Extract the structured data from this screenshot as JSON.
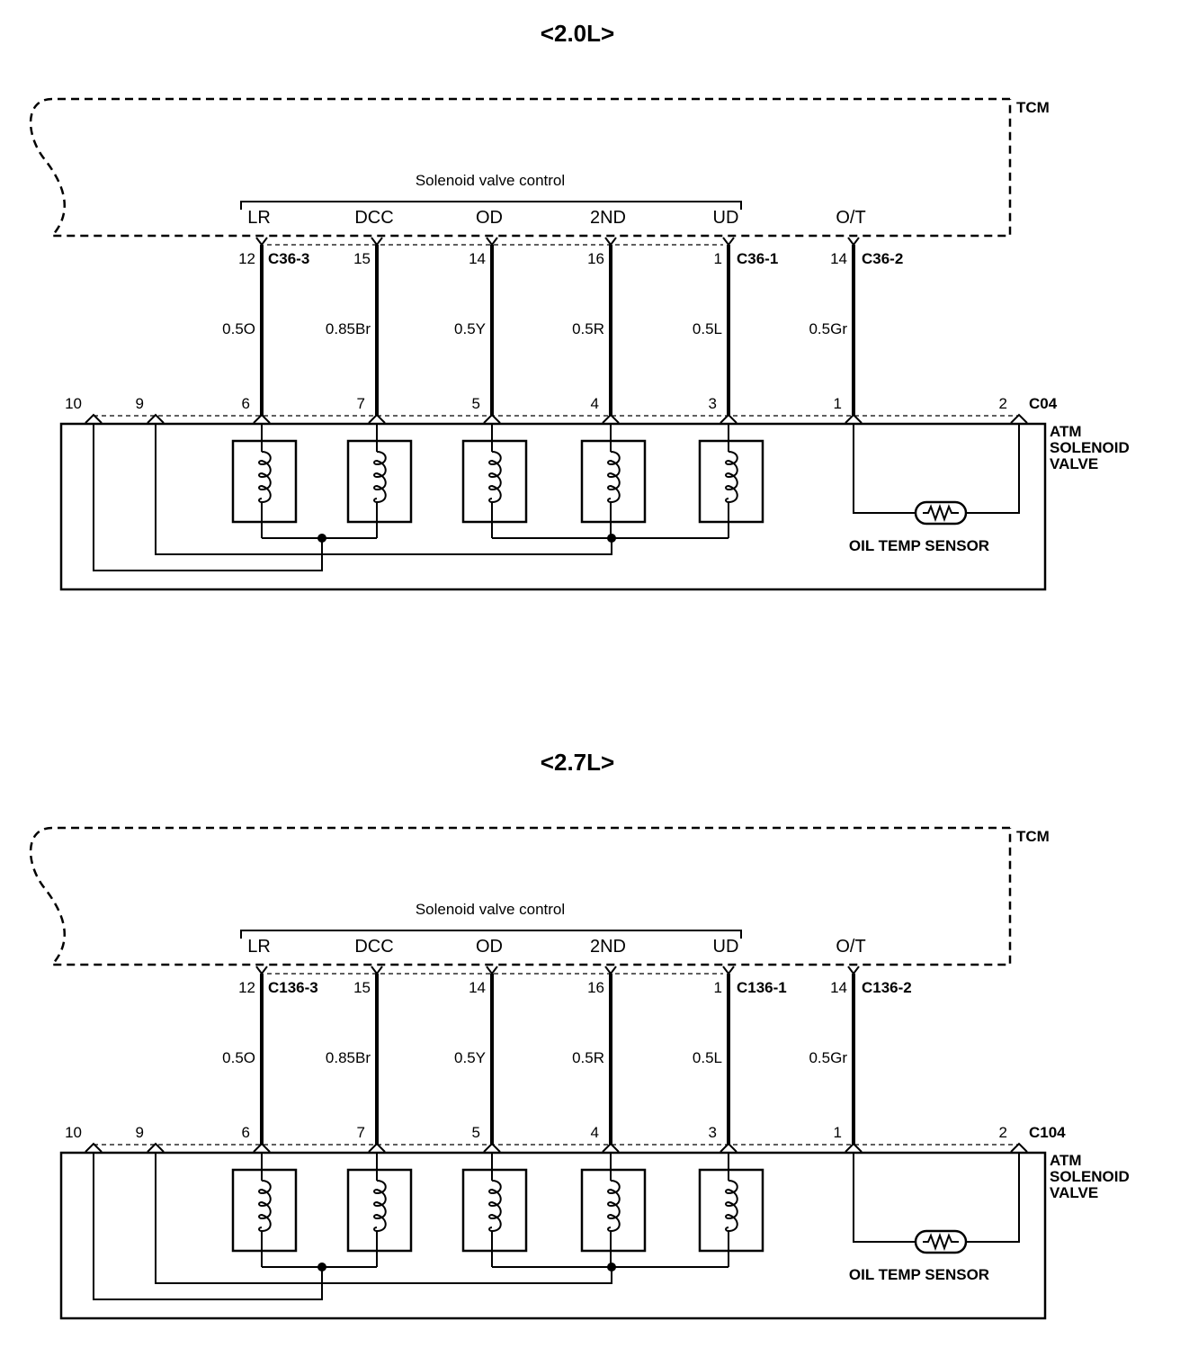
{
  "diagrams": [
    {
      "title": "<2.0L>",
      "tcm_label": "TCM",
      "group_label": "Solenoid valve control",
      "signals": [
        "LR",
        "DCC",
        "OD",
        "2ND",
        "UD",
        "O/T"
      ],
      "tcm_pins": [
        "12",
        "15",
        "14",
        "16",
        "1",
        "14"
      ],
      "connectors": [
        "C36-3",
        "C36-1",
        "C36-2"
      ],
      "wires": [
        "0.5O",
        "0.85Br",
        "0.5Y",
        "0.5R",
        "0.5L",
        "0.5Gr"
      ],
      "valve_pins": [
        "10",
        "9",
        "6",
        "7",
        "5",
        "4",
        "3",
        "1",
        "2"
      ],
      "valve_connector": "C04",
      "valve_label": [
        "ATM",
        "SOLENOID",
        "VALVE"
      ],
      "sensor_label": "OIL TEMP SENSOR"
    },
    {
      "title": "<2.7L>",
      "tcm_label": "TCM",
      "group_label": "Solenoid valve control",
      "signals": [
        "LR",
        "DCC",
        "OD",
        "2ND",
        "UD",
        "O/T"
      ],
      "tcm_pins": [
        "12",
        "15",
        "14",
        "16",
        "1",
        "14"
      ],
      "connectors": [
        "C136-3",
        "C136-1",
        "C136-2"
      ],
      "wires": [
        "0.5O",
        "0.85Br",
        "0.5Y",
        "0.5R",
        "0.5L",
        "0.5Gr"
      ],
      "valve_pins": [
        "10",
        "9",
        "6",
        "7",
        "5",
        "4",
        "3",
        "1",
        "2"
      ],
      "valve_connector": "C104",
      "valve_label": [
        "ATM",
        "SOLENOID",
        "VALVE"
      ],
      "sensor_label": "OIL TEMP SENSOR"
    }
  ]
}
